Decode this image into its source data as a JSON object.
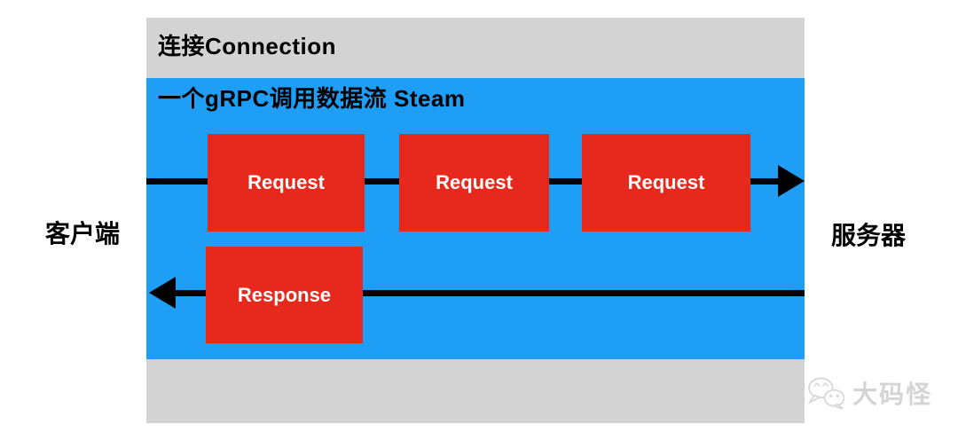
{
  "colors": {
    "page_bg": "#ffffff",
    "connection_gray": "#d3d3d3",
    "stream_blue": "#1f9ef5",
    "message_red": "#e7291d",
    "arrow_black": "#000000",
    "message_text": "#ffffff",
    "title_text": "#000000",
    "watermark_gray": "#d2d2d2"
  },
  "connection": {
    "title": "连接Connection"
  },
  "stream": {
    "title": "一个gRPC调用数据流 Steam",
    "requests": [
      "Request",
      "Request",
      "Request"
    ],
    "response": "Response"
  },
  "endpoints": {
    "client": "客户端",
    "server": "服务器"
  },
  "watermark": {
    "text": "大码怪",
    "icon": "wechat-icon"
  },
  "icons": {
    "request_direction": "arrow-right-icon",
    "response_direction": "arrow-left-icon"
  }
}
